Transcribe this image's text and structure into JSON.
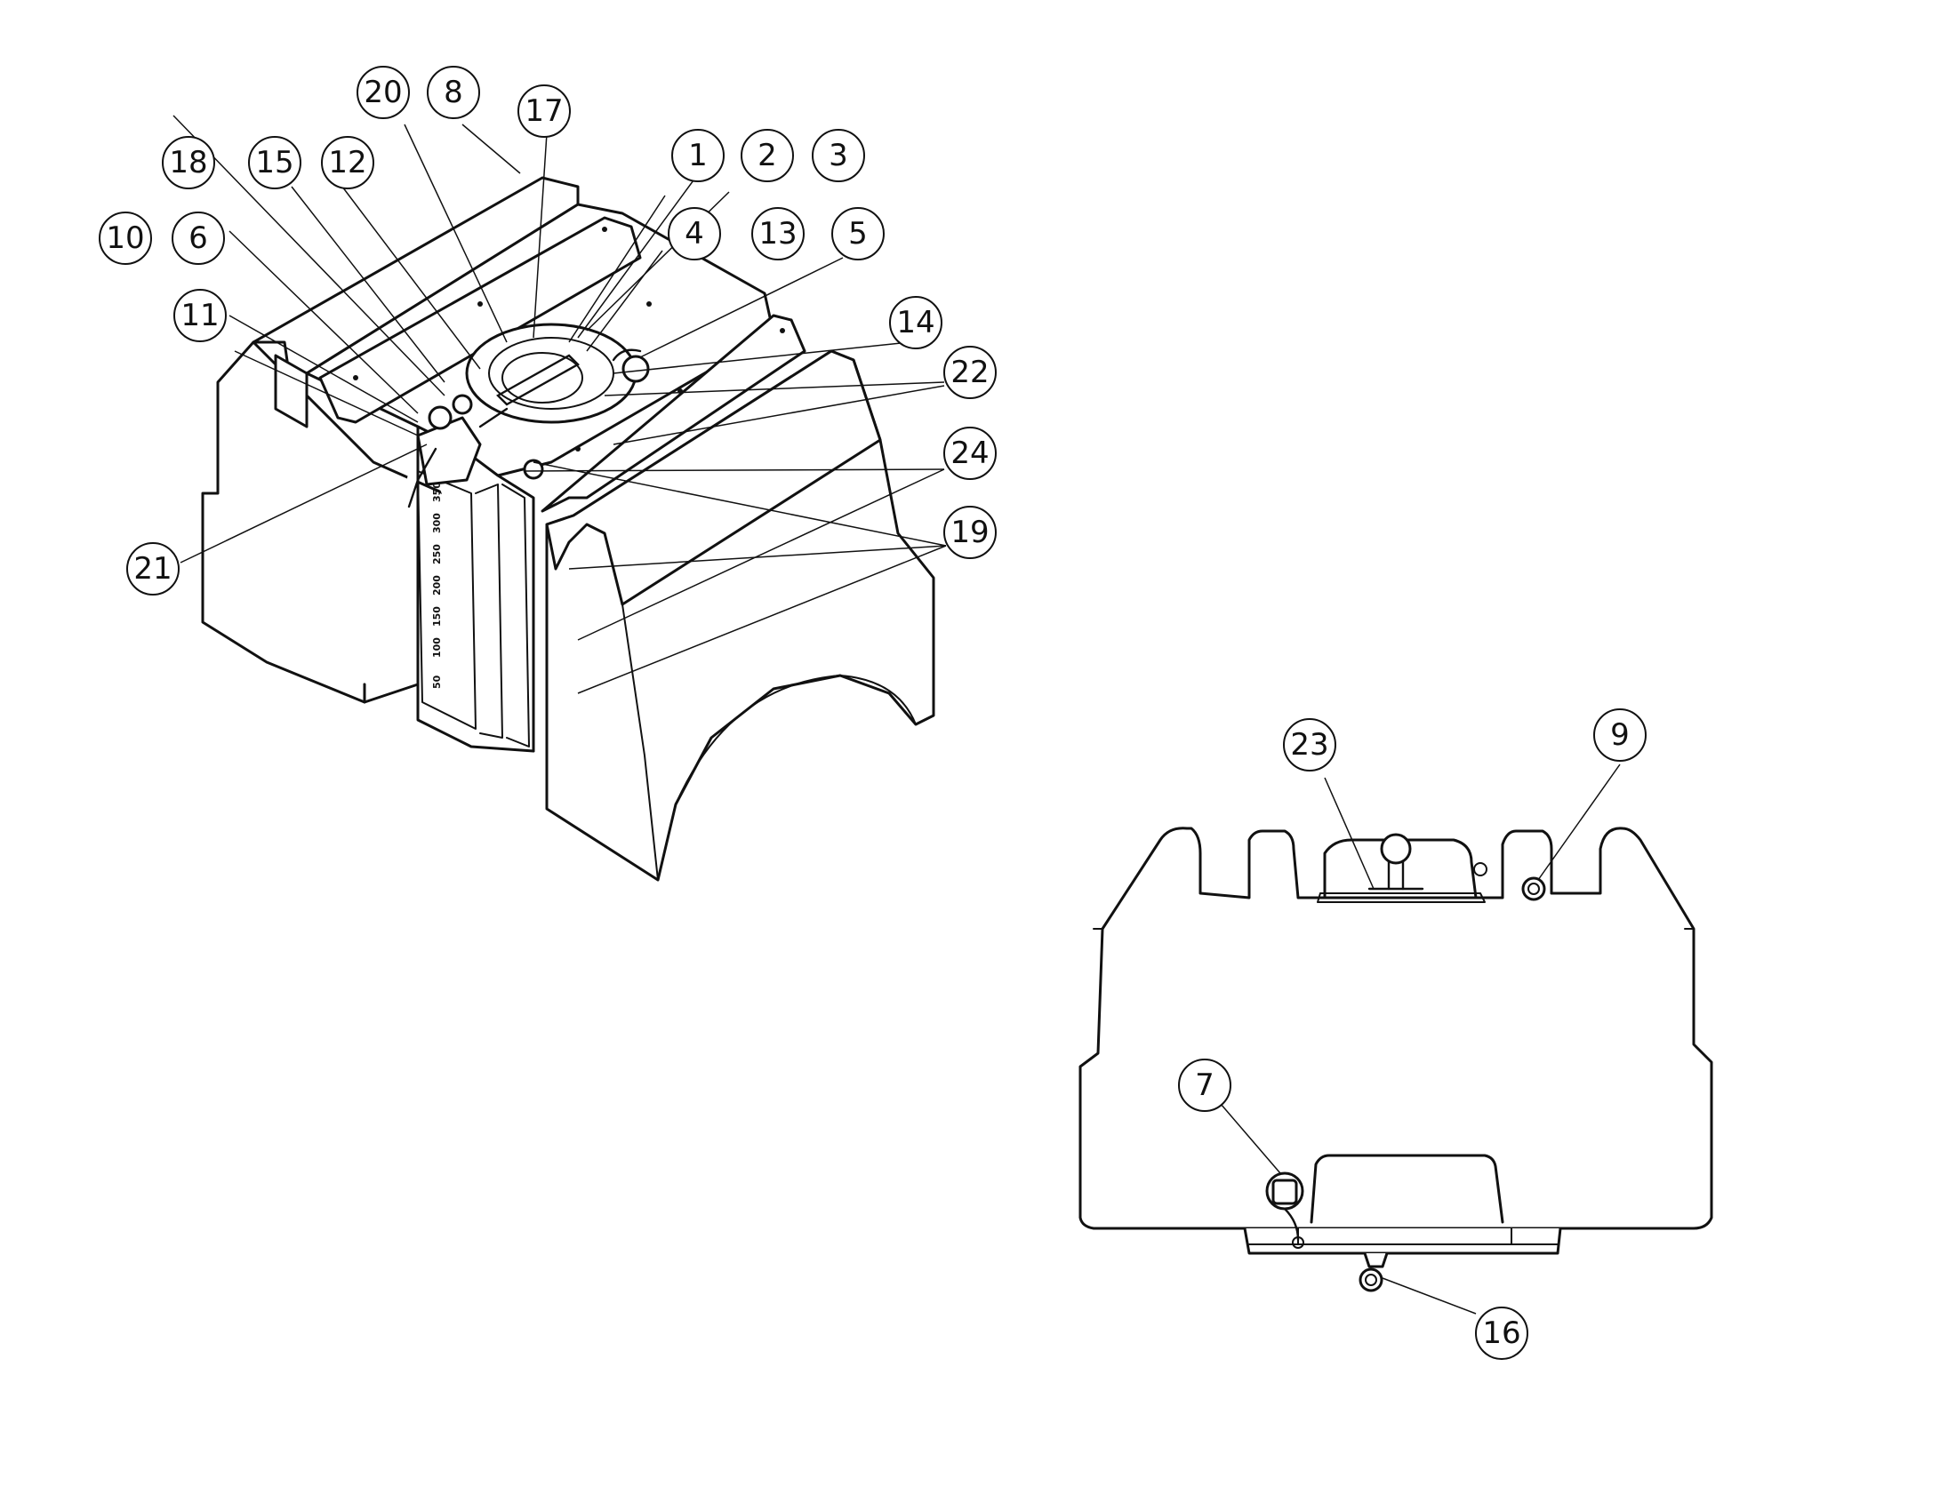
{
  "callouts": {
    "b1": "1",
    "b2": "2",
    "b3": "3",
    "b4": "4",
    "b5": "5",
    "b6": "6",
    "b7": "7",
    "b8": "8",
    "b9": "9",
    "b10": "10",
    "b11": "11",
    "b12": "12",
    "b13": "13",
    "b14": "14",
    "b15": "15",
    "b16": "16",
    "b17": "17",
    "b18": "18",
    "b19": "19",
    "b20": "20",
    "b21": "21",
    "b22": "22",
    "b23": "23",
    "b24": "24"
  },
  "gauge_marks": [
    "350",
    "300",
    "250",
    "200",
    "150",
    "100",
    "50"
  ]
}
